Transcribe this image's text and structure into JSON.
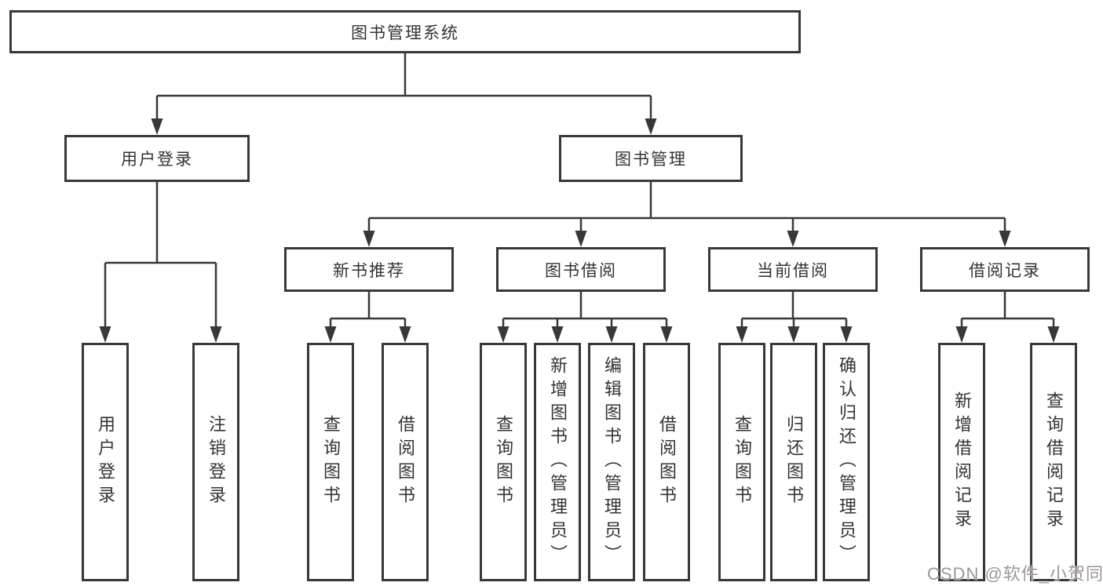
{
  "nodes": {
    "root": {
      "label": "图书管理系统"
    },
    "user_login": {
      "label": "用户登录"
    },
    "book_management": {
      "label": "图书管理"
    },
    "new_book_recommend": {
      "label": "新书推荐"
    },
    "book_borrowing": {
      "label": "图书借阅"
    },
    "current_borrowing": {
      "label": "当前借阅"
    },
    "borrowing_records": {
      "label": "借阅记录"
    },
    "leaves": {
      "user_login": "用户登录",
      "logout": "注销登录",
      "query_books_newrec": "查询图书",
      "borrow_books_newrec": "借阅图书",
      "query_books_borrow": "查询图书",
      "add_books_admin": "新增图书（管理员）",
      "edit_books_admin": "编辑图书（管理员）",
      "borrow_books": "借阅图书",
      "query_books_current": "查询图书",
      "return_books": "归还图书",
      "confirm_return_admin": "确认归还（管理员）",
      "add_borrow_record": "新增借阅记录",
      "query_borrow_record": "查询借阅记录"
    }
  },
  "watermark": {
    "text": "CSDN @软件_小贺同学"
  },
  "colors": {
    "line": "#383838",
    "text": "#333333",
    "box_background": "#ffffff",
    "watermark": "#9c9795"
  }
}
